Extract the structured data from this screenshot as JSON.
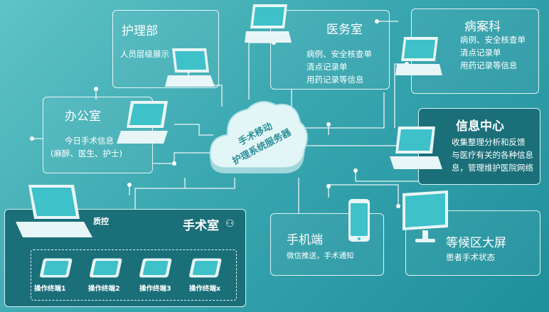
{
  "panels": {
    "nursing": {
      "title": "护理部",
      "lines": [
        "人员层级展示"
      ]
    },
    "medical": {
      "title": "医务室",
      "lines": [
        "病例、安全核查单",
        "清点记录单",
        "用药记录等信息"
      ]
    },
    "records": {
      "title": "病案科",
      "lines": [
        "病例、安全核查单",
        "清点记录单",
        "用药记录等信息"
      ]
    },
    "office": {
      "title": "办公室",
      "lines": [
        "今日手术信息",
        "(麻醉、医生、护士)"
      ]
    },
    "info": {
      "title": "信息中心",
      "lines": [
        "收集整理分析和反馈",
        "与医疗有关的各种信息",
        "息，管理维护医院网络"
      ]
    },
    "mobile": {
      "title": "手机端",
      "lines": [
        "微信推送，手术通知"
      ]
    },
    "screen": {
      "title": "等候区大屏",
      "lines": [
        "患者手术状态"
      ]
    },
    "or": {
      "title": "手术室",
      "qc": "质控",
      "terminals": [
        "操作终端1",
        "操作终端2",
        "操作终端3",
        "操作终端x"
      ]
    }
  },
  "server": {
    "line1": "手术移动",
    "line2": "护理系统服务器"
  },
  "colors": {
    "bg_start": "#5fc3c7",
    "bg_end": "#1f8f9c",
    "dark_panel": "#1a6f79",
    "device": "#e8f6f7",
    "screen": "#3ec1c8"
  }
}
